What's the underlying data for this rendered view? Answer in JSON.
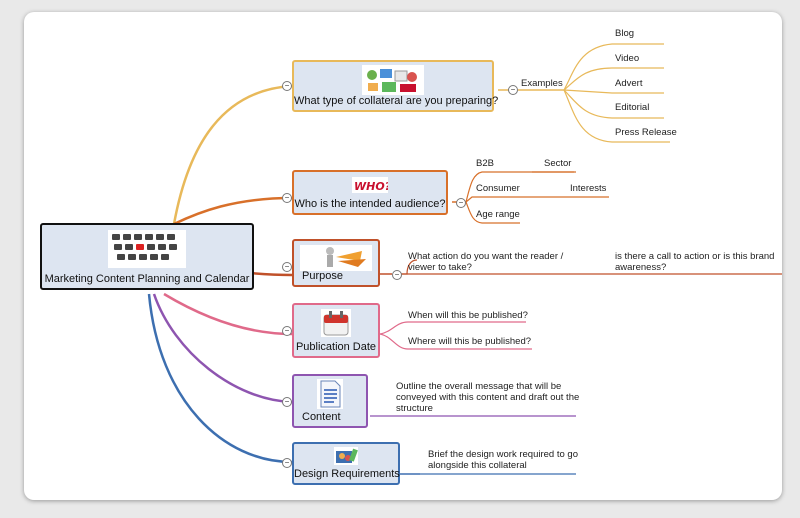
{
  "central": {
    "label": "Marketing Content Planning and Calendar"
  },
  "branches": {
    "collateral": {
      "label": "What type of collateral are you preparing?",
      "examples_label": "Examples",
      "examples": [
        "Blog",
        "Video",
        "Advert",
        "Editorial",
        "Press Release"
      ]
    },
    "audience": {
      "label": "Who is the intended audience?",
      "logo_text": "WHO?",
      "b2b": "B2B",
      "sector": "Sector",
      "consumer": "Consumer",
      "interests": "Interests",
      "age": "Age range"
    },
    "purpose": {
      "label": "Purpose",
      "question": "What action do you want the reader / viewer to take?",
      "followup": "is there a call to action or is this brand awareness?"
    },
    "publication": {
      "label": "Publication Date",
      "when": "When will this be published?",
      "where": "Where will this be published?"
    },
    "content": {
      "label": "Content",
      "note": "Outline the overall message that will be conveyed with this content and draft out the structure"
    },
    "design": {
      "label": "Design Requirements",
      "note": "Brief the design work required to go alongside this collateral"
    }
  },
  "colors": {
    "collateral": "#e8b95a",
    "audience": "#d8702a",
    "purpose": "#c0512a",
    "publication": "#e06a8a",
    "content": "#8e55b0",
    "design": "#3d6fb0"
  }
}
